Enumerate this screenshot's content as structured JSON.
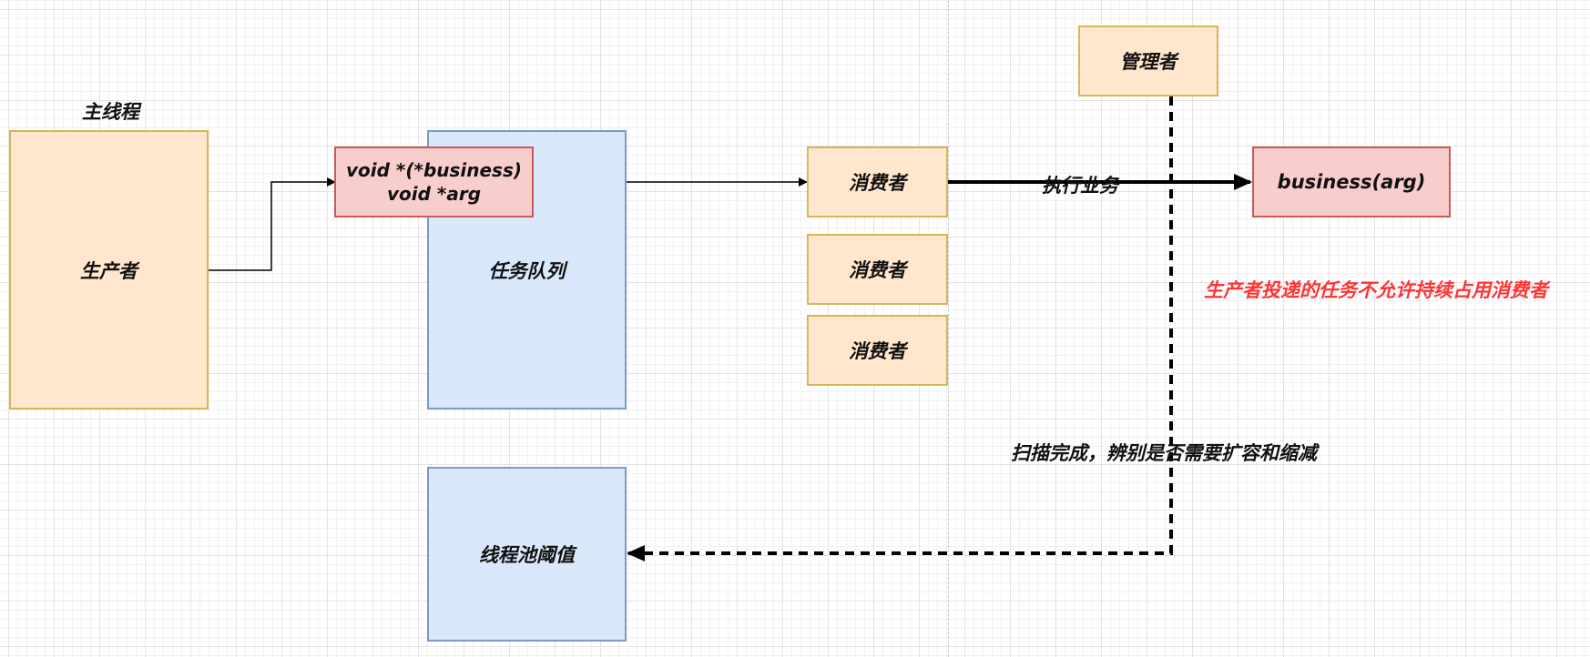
{
  "diagram": {
    "main_thread_label": "主线程",
    "producer": "生产者",
    "task_queue": "任务队列",
    "task_item": [
      "void *(*business)",
      "void *arg"
    ],
    "consumers": [
      "消费者",
      "消费者",
      "消费者"
    ],
    "execute_label": "执行业务",
    "business_call": "business(arg)",
    "manager": "管理者",
    "warning_note": "生产者投递的任务不允许持续占用消费者",
    "scan_label": "扫描完成，辨别是否需要扩容和缩减",
    "pool_threshold": "线程池阈值"
  },
  "colors": {
    "orange_fill": "#ffe6cc",
    "orange_border": "#d6b656",
    "blue_fill": "#dae8fc",
    "blue_border": "#7b99c9",
    "red_fill": "#f8cecc",
    "red_border": "#c9595a",
    "warning_text": "#ff3333"
  }
}
